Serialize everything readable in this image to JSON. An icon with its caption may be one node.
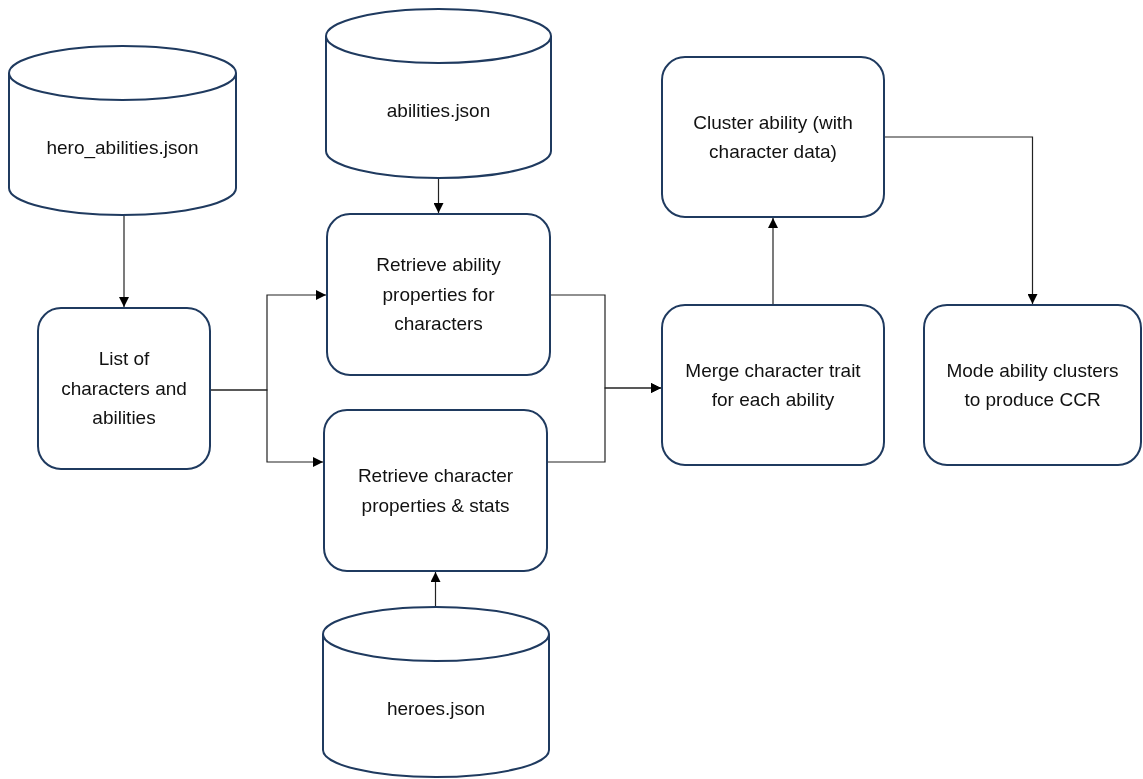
{
  "diagram": {
    "nodes": [
      {
        "text": [
          "hero_abilities.json"
        ]
      },
      {
        "text": [
          "abilities.json"
        ]
      },
      {
        "text": [
          "Cluster ability (with character data)"
        ]
      },
      {
        "text": [
          "List of characters and abilities"
        ]
      },
      {
        "text": [
          "Retrieve ability properties for characters"
        ]
      },
      {
        "text": [
          "Merge character trait for each ability"
        ]
      },
      {
        "text": [
          "Mode ability clusters to produce CCR"
        ]
      },
      {
        "text": [
          "Retrieve character properties & stats"
        ]
      },
      {
        "text": [
          "heroes.json"
        ]
      }
    ],
    "edges": [
      {
        "from": 0,
        "to": 3,
        "arrow": "to"
      },
      {
        "from": 1,
        "to": 4,
        "arrow": "to"
      },
      {
        "from": 3,
        "to": 4,
        "arrow": "to"
      },
      {
        "from": 3,
        "to": 7,
        "arrow": "to"
      },
      {
        "from": 4,
        "to": 5,
        "arrow": "to"
      },
      {
        "from": 7,
        "to": 5,
        "arrow": "to"
      },
      {
        "from": 8,
        "to": 7,
        "arrow": "to"
      },
      {
        "from": 5,
        "to": 2,
        "arrow": "to"
      },
      {
        "from": 2,
        "to": 6,
        "arrow": "to"
      }
    ]
  }
}
